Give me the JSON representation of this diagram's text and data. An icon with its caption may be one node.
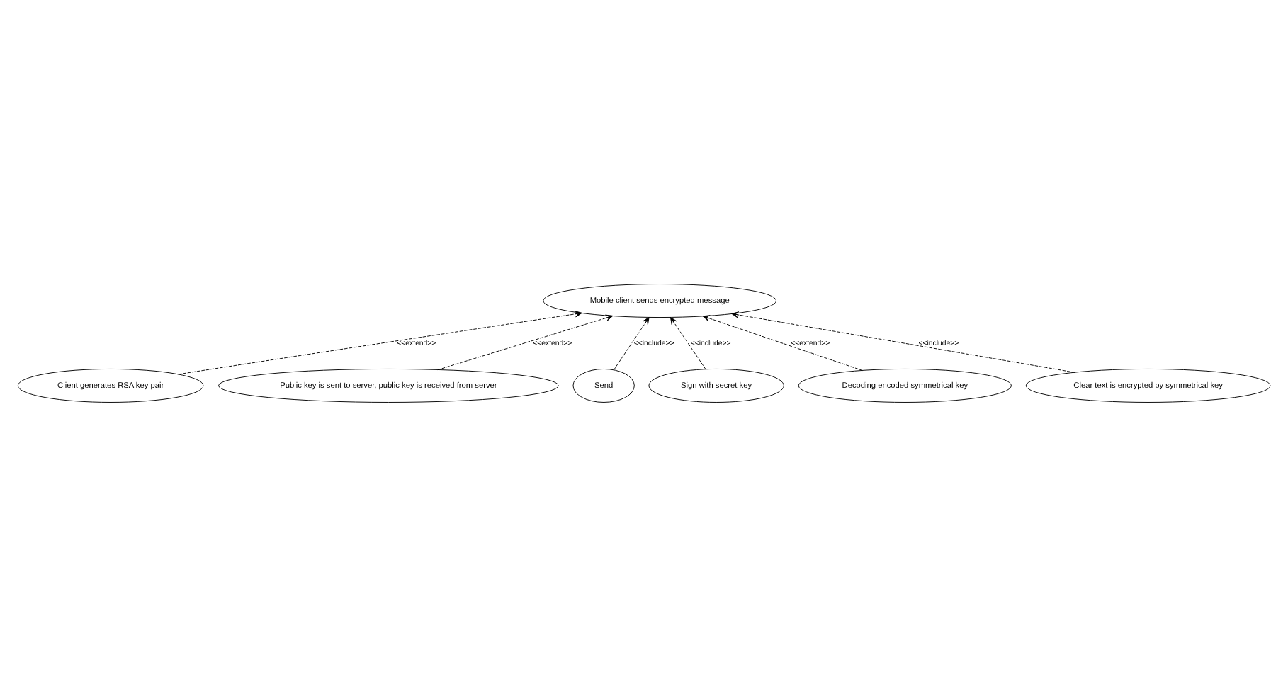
{
  "diagram": {
    "nodes": [
      {
        "text": [
          "Client generates RSA key pair"
        ]
      },
      {
        "text": [
          "Mobile client sends encrypted message"
        ]
      },
      {
        "text": [
          "Public key is sent to server, public key is received from server"
        ]
      },
      {
        "text": [
          "Send"
        ]
      },
      {
        "text": [
          "Sign with secret key"
        ]
      },
      {
        "text": [
          "Decoding encoded symmetrical key"
        ]
      },
      {
        "text": [
          "Clear text is encrypted by symmetrical key"
        ]
      }
    ],
    "edges": [
      {
        "from": 0,
        "to": 1,
        "arrow": "to",
        "style": "dashed",
        "label": "<<extend>>"
      },
      {
        "from": 2,
        "to": 1,
        "arrow": "to",
        "style": "dashed",
        "label": "<<extend>>"
      },
      {
        "from": 3,
        "to": 1,
        "arrow": "to",
        "style": "dashed",
        "label": "<<include>>"
      },
      {
        "from": 4,
        "to": 1,
        "arrow": "to",
        "style": "dashed",
        "label": "<<include>>"
      },
      {
        "from": 5,
        "to": 1,
        "arrow": "to",
        "style": "dashed",
        "label": "<<extend>>"
      },
      {
        "from": 6,
        "to": 1,
        "arrow": "to",
        "style": "dashed",
        "label": "<<include>>"
      }
    ]
  }
}
